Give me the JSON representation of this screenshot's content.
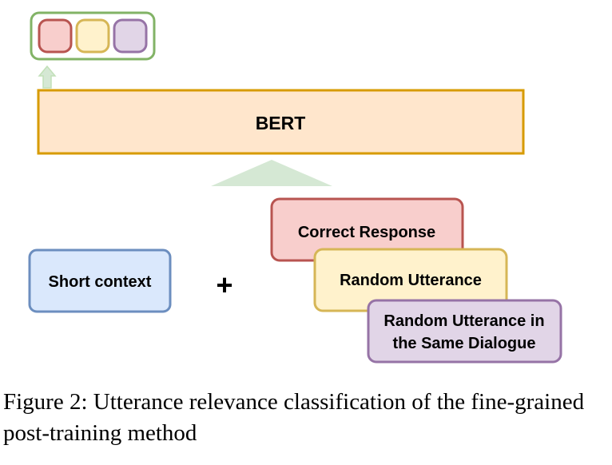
{
  "diagram": {
    "output_classes": [
      {
        "name": "correct-response-class",
        "fill": "#f8cecc",
        "stroke": "#b85450"
      },
      {
        "name": "random-utterance-class",
        "fill": "#fff2cc",
        "stroke": "#d6b656"
      },
      {
        "name": "same-dialogue-utterance-class",
        "fill": "#e1d5e7",
        "stroke": "#9673a6"
      }
    ],
    "output_group_stroke": "#82b366",
    "bert": {
      "label": "BERT",
      "fill": "#ffe6cc",
      "stroke": "#d79b00"
    },
    "arrow_color": "#d5e8d4",
    "arrow_stroke": "#c2e0b8",
    "short_context": {
      "label": "Short context",
      "fill": "#dae8fc",
      "stroke": "#6c8ebf"
    },
    "plus_symbol": "+",
    "correct_response": {
      "label": "Correct Response",
      "fill": "#f8cecc",
      "stroke": "#b85450"
    },
    "random_utterance": {
      "label": "Random Utterance",
      "fill": "#fff2cc",
      "stroke": "#d6b656"
    },
    "same_dialogue_utterance": {
      "label_line1": "Random Utterance in",
      "label_line2": "the Same Dialogue",
      "fill": "#e1d5e7",
      "stroke": "#9673a6"
    }
  },
  "caption": {
    "text": "Figure 2: Utterance relevance classification of the fine-grained post-training method"
  }
}
